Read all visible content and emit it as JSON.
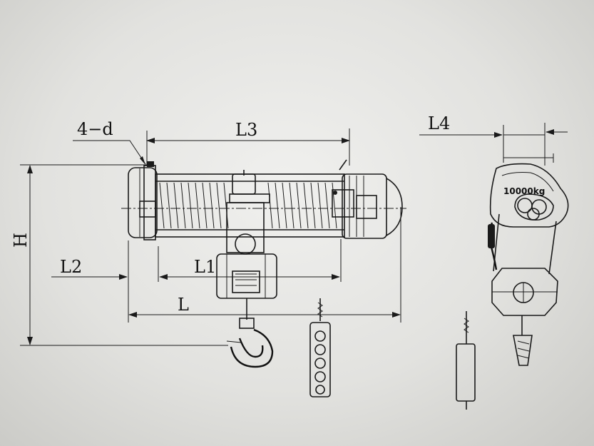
{
  "labels": {
    "hole_callout": "4−d",
    "length_l3": "L3",
    "length_l4": "L4",
    "height_h": "H",
    "length_l2": "L2",
    "length_l1": "L1",
    "length_l": "L",
    "capacity_plate": "10000kg"
  }
}
